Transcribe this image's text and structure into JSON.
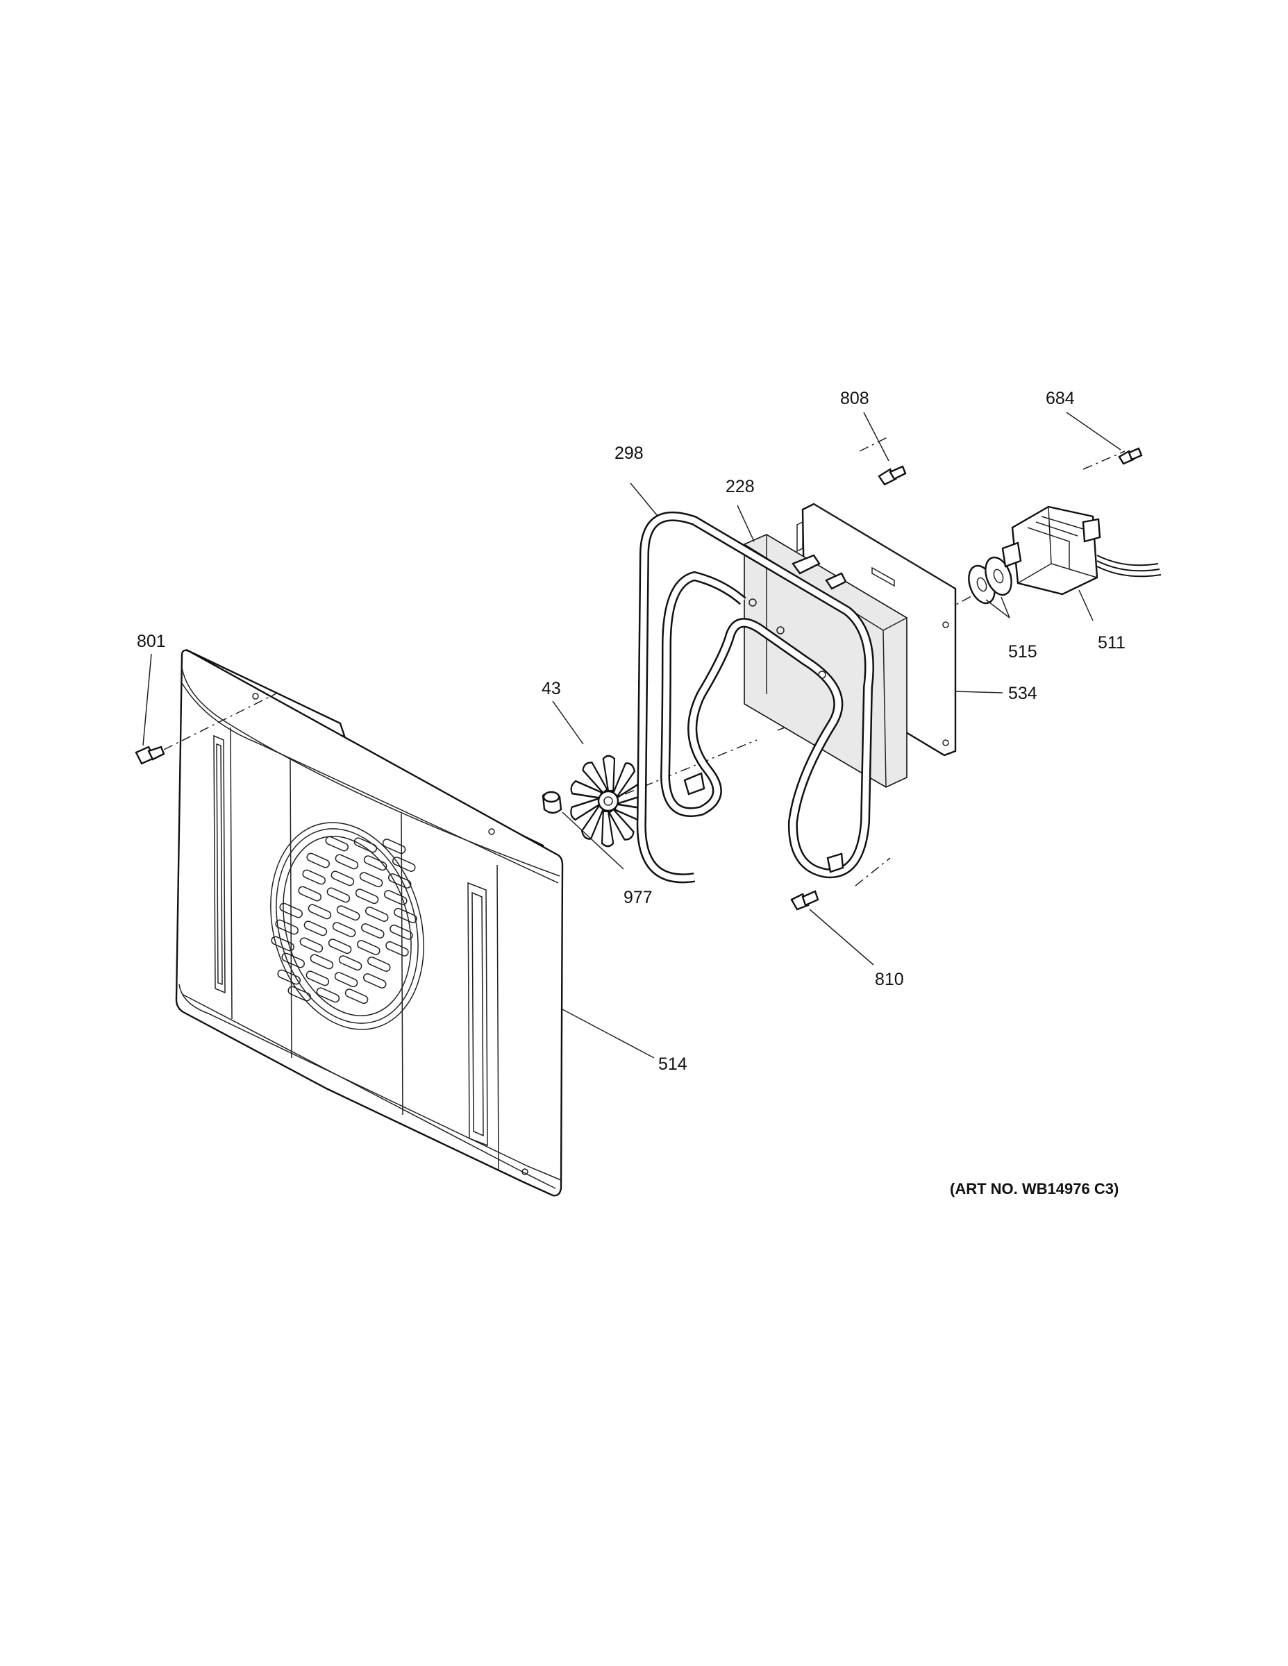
{
  "diagram": {
    "labels": {
      "p801": "801",
      "p43": "43",
      "p298": "298",
      "p228": "228",
      "p808": "808",
      "p684": "684",
      "p515": "515",
      "p511": "511",
      "p534": "534",
      "p977": "977",
      "p810": "810",
      "p514": "514"
    },
    "art_number": "(ART NO. WB14976 C3)"
  }
}
